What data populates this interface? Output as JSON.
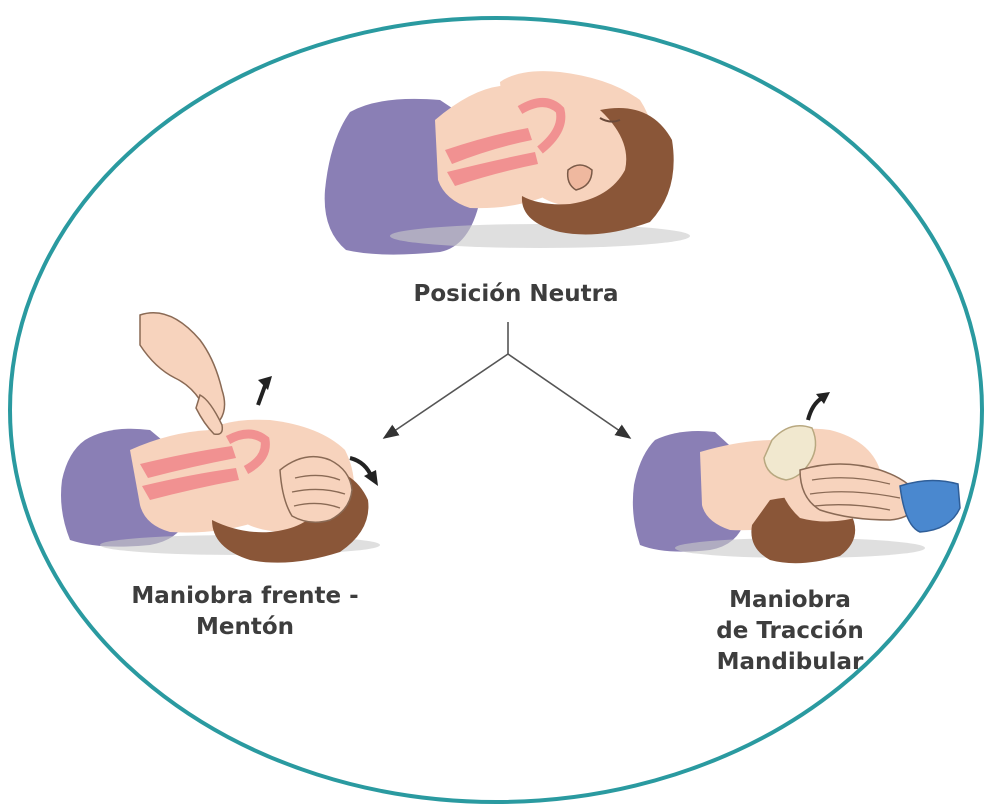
{
  "colors": {
    "ellipse_border": "#2a9aa0",
    "skin": "#f7d3bd",
    "skin_shade": "#efb89f",
    "airway": "#f0858a",
    "hair": "#8a5638",
    "pillow": "#8a7fb5",
    "sleeve": "#4a88cf",
    "gauze": "#f1e8cf",
    "text": "#3d3d3d",
    "arrow": "#222222"
  },
  "labels": {
    "neutral": "Posición Neutra",
    "head_tilt": [
      "Maniobra frente -",
      "Mentón"
    ],
    "jaw_thrust": [
      "Maniobra",
      "de Tracción",
      "Mandibular"
    ]
  }
}
